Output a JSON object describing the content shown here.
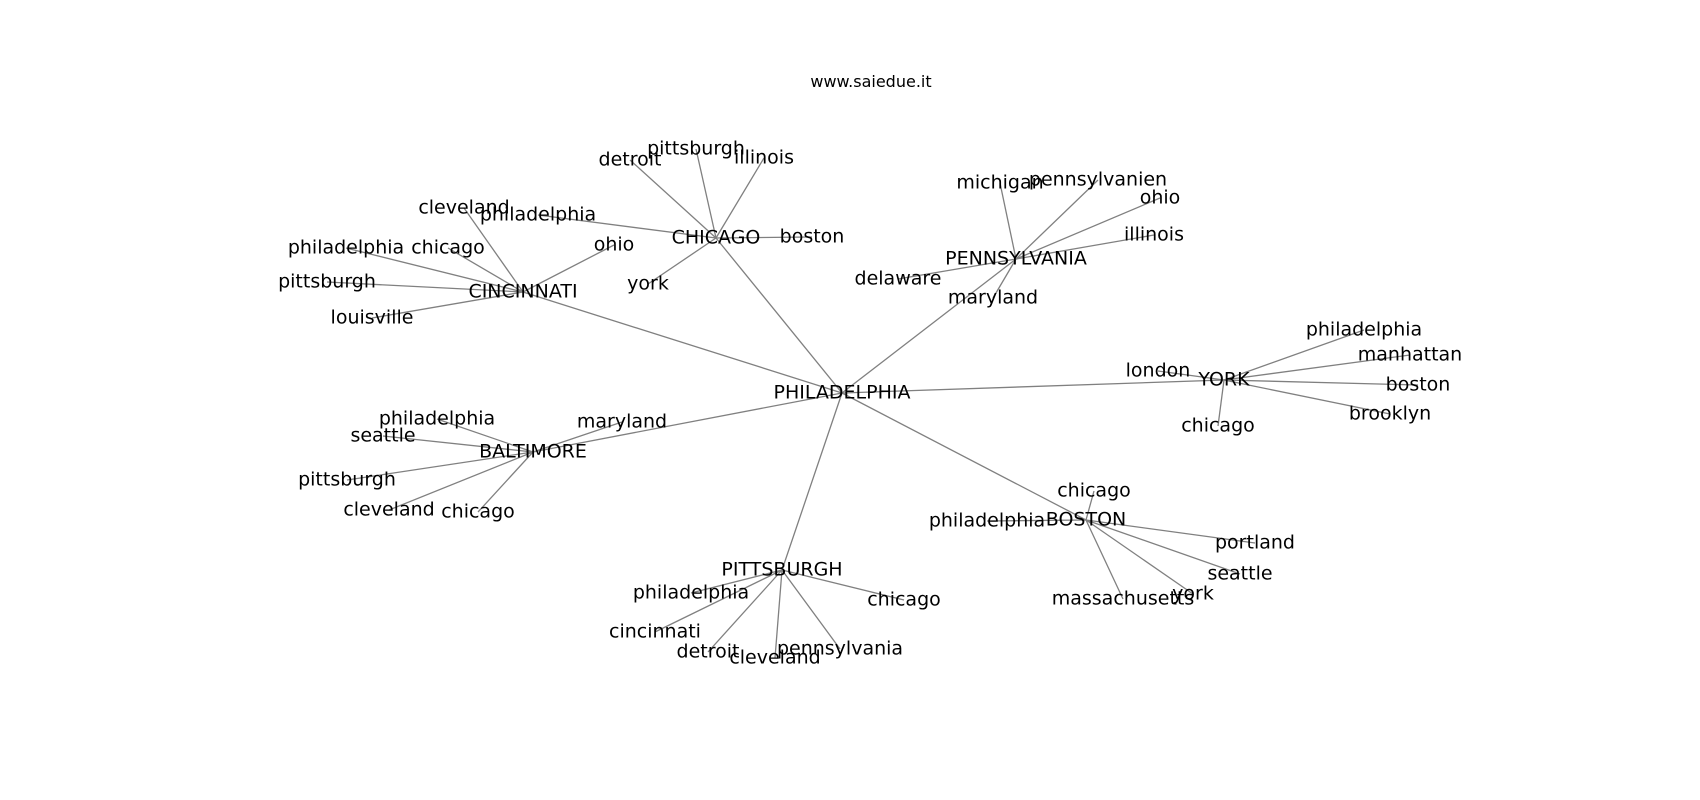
{
  "header": {
    "title": "www.saiedue.it"
  },
  "graph": {
    "center": "PHILADELPHIA",
    "hubs": [
      {
        "id": "cincinnati",
        "label": "CINCINNATI",
        "leaves": [
          "cleveland",
          "philadelphia",
          "chicago",
          "pittsburgh",
          "louisville",
          "ohio"
        ]
      },
      {
        "id": "chicago",
        "label": "CHICAGO",
        "leaves": [
          "detroit",
          "pittsburgh",
          "illinois",
          "philadelphia",
          "boston",
          "york"
        ]
      },
      {
        "id": "pennsylvania",
        "label": "PENNSYLVANIA",
        "leaves": [
          "michigan",
          "pennsylvanien",
          "ohio",
          "illinois",
          "delaware",
          "maryland"
        ]
      },
      {
        "id": "york",
        "label": "YORK",
        "leaves": [
          "philadelphia",
          "manhattan",
          "london",
          "boston",
          "brooklyn",
          "chicago"
        ]
      },
      {
        "id": "boston",
        "label": "BOSTON",
        "leaves": [
          "chicago",
          "philadelphia",
          "portland",
          "seattle",
          "massachusetts",
          "york"
        ]
      },
      {
        "id": "pittsburgh",
        "label": "PITTSBURGH",
        "leaves": [
          "philadelphia",
          "chicago",
          "cincinnati",
          "detroit",
          "cleveland",
          "pennsylvania"
        ]
      },
      {
        "id": "baltimore",
        "label": "BALTIMORE",
        "leaves": [
          "philadelphia",
          "seattle",
          "maryland",
          "pittsburgh",
          "cleveland",
          "chicago"
        ]
      }
    ]
  }
}
